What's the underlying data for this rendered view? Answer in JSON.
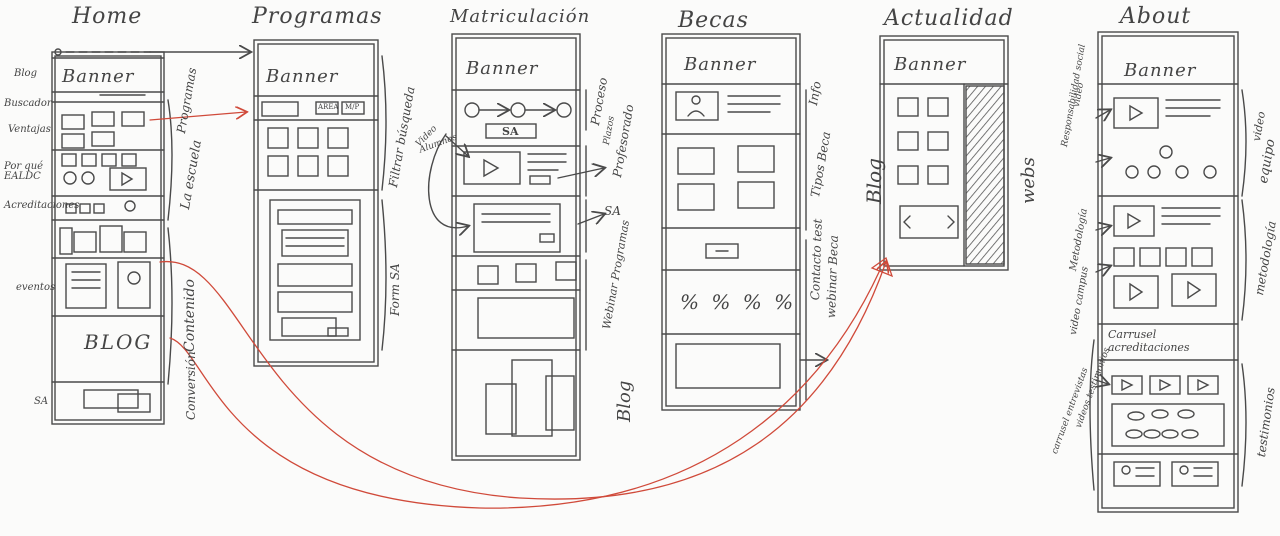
{
  "columns": {
    "home": "Home",
    "programas": "Programas",
    "matriculacion": "Matriculación",
    "becas": "Becas",
    "actualidad": "Actualidad",
    "about": "About"
  },
  "banner": "Banner",
  "home": {
    "left_labels": [
      "Blog",
      "Buscador",
      "Ventajas",
      "Por qué EALDC",
      "Acreditaciones",
      "eventos",
      "SA"
    ],
    "right_labels": [
      "Programas",
      "La escuela",
      "Contenido",
      "Conversión"
    ],
    "blog_box": "BLOG"
  },
  "programas": {
    "filter_chips": [
      "AREA",
      "M/P"
    ],
    "right_labels": [
      "Filtrar búsqueda",
      "Form SA"
    ]
  },
  "matriculacion": {
    "sa_label": "SA",
    "left_labels": [
      "Video",
      "Alumnos"
    ],
    "right_labels": [
      "Proceso",
      "Plazos",
      "Profesorado",
      "SA",
      "Webinar Programas",
      "Blog"
    ]
  },
  "becas": {
    "percents": "% % % %",
    "right_labels": [
      "Info",
      "Tipos Beca",
      "Contacto test",
      "webinar Beca"
    ]
  },
  "actualidad": {
    "left_label": "Blog",
    "right_label": "webs"
  },
  "about": {
    "left_labels": [
      "Responsabilidad social",
      "video",
      "Metodología",
      "video campus",
      "carrusel entrevistas",
      "videos testimonios"
    ],
    "right_labels": [
      "video",
      "equipo",
      "metodología",
      "testimonios"
    ],
    "carousel_label": "Carrusel acreditaciones"
  },
  "colors": {
    "pencil": "#4a4a4a",
    "red": "#d04a3a"
  }
}
